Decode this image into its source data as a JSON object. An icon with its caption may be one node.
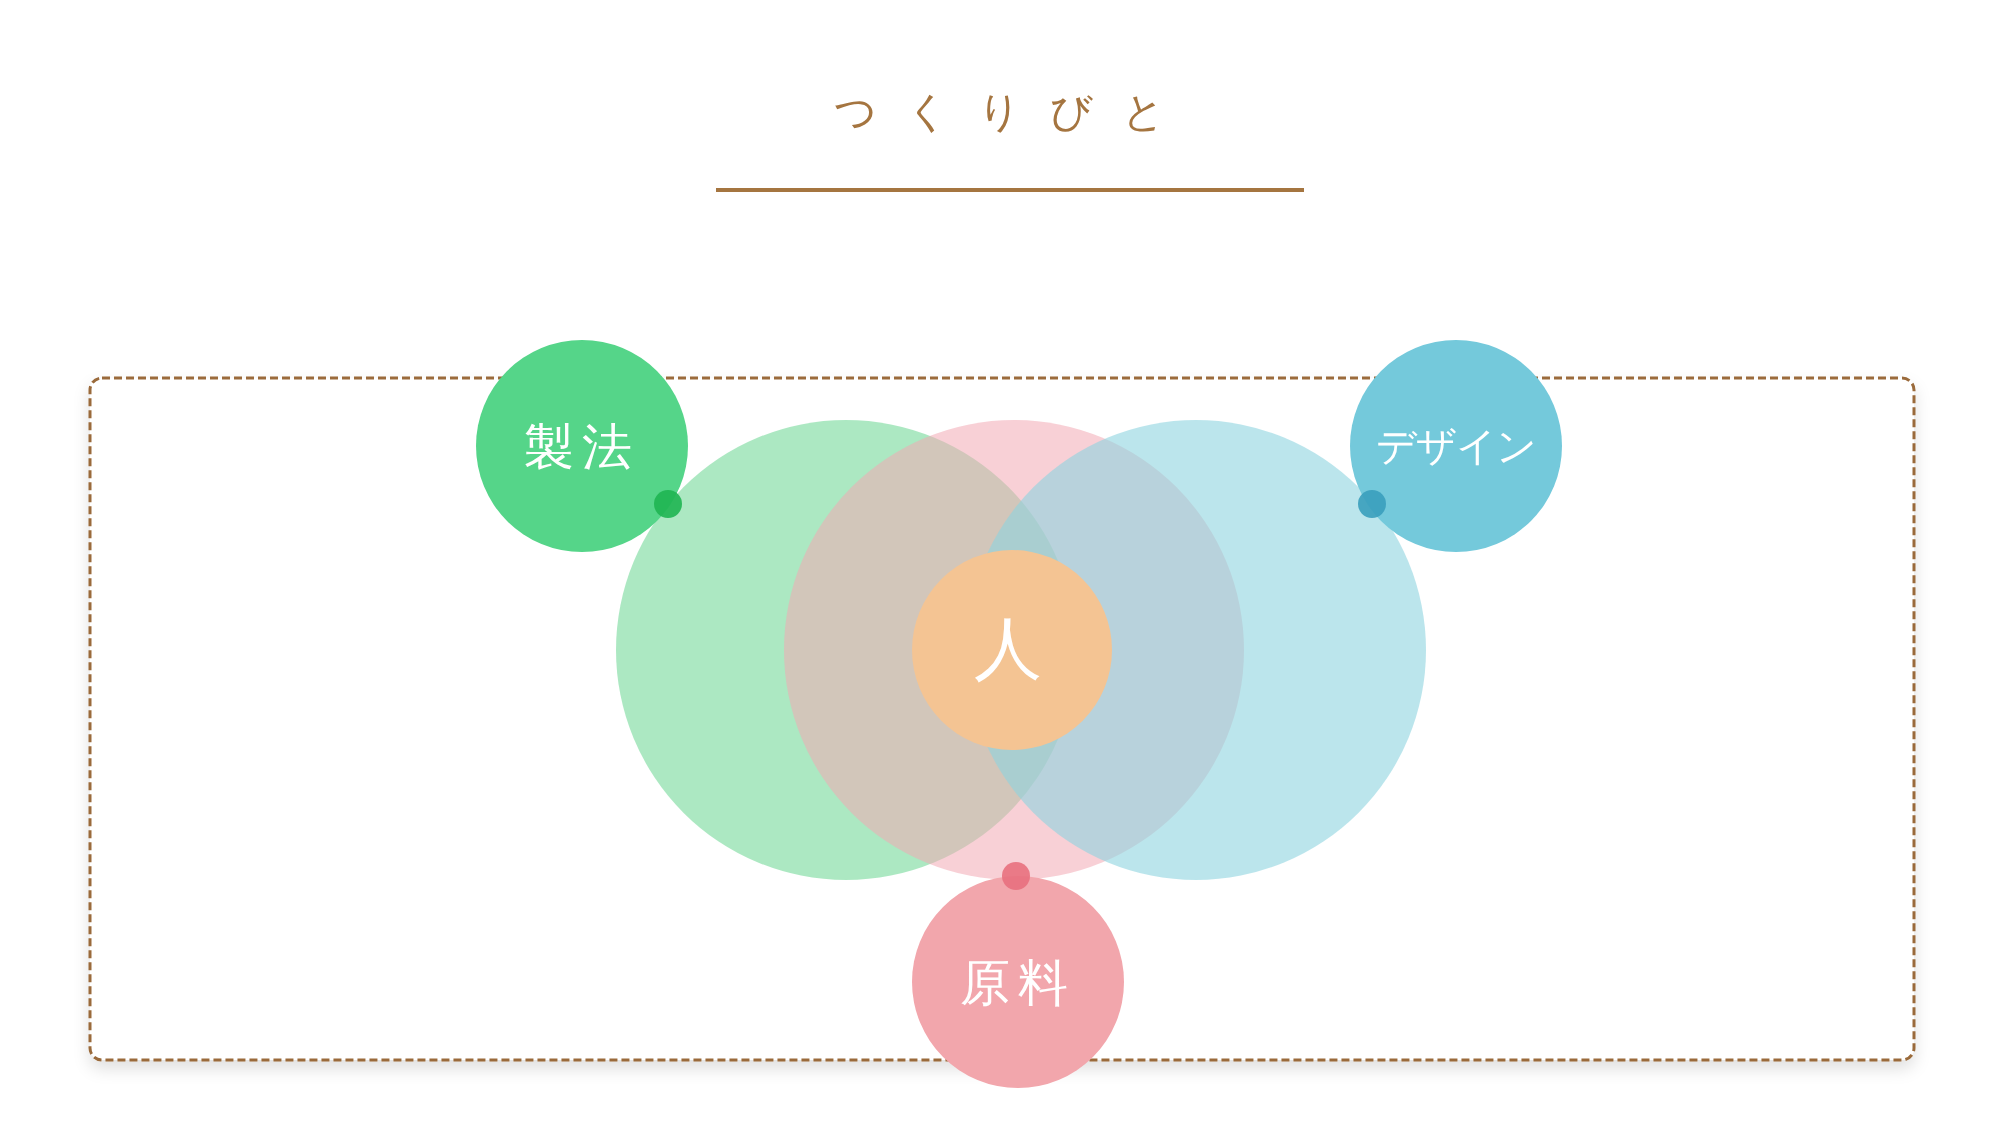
{
  "diagram": {
    "title": "つくりびと",
    "nodes": [
      {
        "text": [
          "製法"
        ]
      },
      {
        "text": [
          "デザイン"
        ]
      },
      {
        "text": [
          "人"
        ]
      },
      {
        "text": [
          "原料"
        ]
      }
    ]
  }
}
